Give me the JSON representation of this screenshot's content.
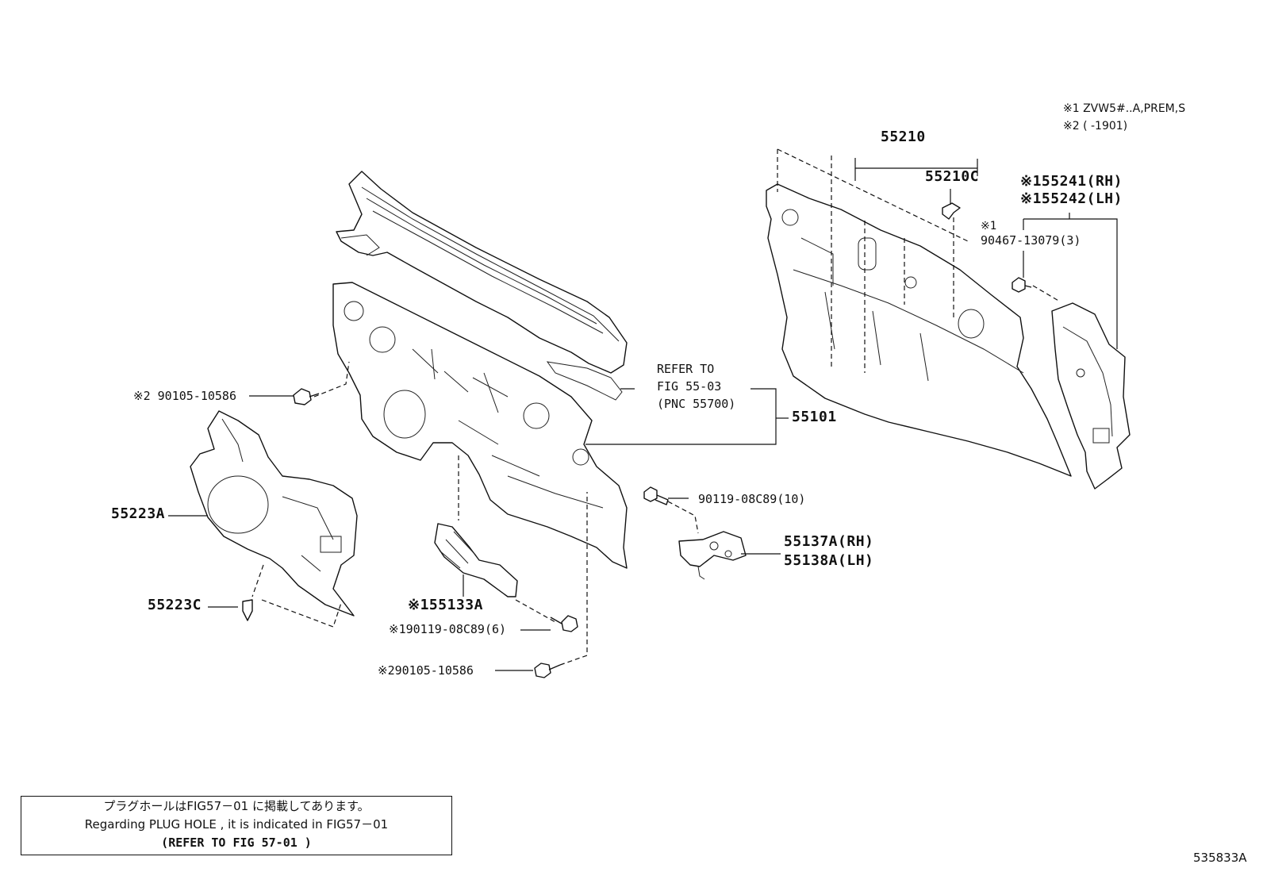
{
  "notes": {
    "variant_1": "※1 ZVW5#..A,PREM,S",
    "variant_2": "※2 (       -1901)"
  },
  "labels": {
    "p55210": "55210",
    "p55210c": "55210C",
    "p55241": "※155241(RH)",
    "p55242": "※155242(LH)",
    "p90467_mark": "※1",
    "p90467": "90467-13079(3)",
    "refer1": "REFER TO",
    "refer2": "FIG 55-03",
    "refer3": "(PNC 55700)",
    "p55101": "55101",
    "p90105_top": "※2 90105-10586",
    "p55223a": "55223A",
    "p55223c": "55223C",
    "p90119_10": "90119-08C89(10)",
    "p55137a": "55137A(RH)",
    "p55138a": "55138A(LH)",
    "p55133a": "※155133A",
    "p90119_6": "※190119-08C89(6)",
    "p90105_bottom": "※290105-10586"
  },
  "plug_note": {
    "line1": "プラグホールはFIG57－01 に掲載してあります。",
    "line2": "Regarding  PLUG HOLE , it is  indicated  in  FIG57－01",
    "line3": "(REFER TO FIG 57-01  )"
  },
  "illustration_id": "535833A"
}
